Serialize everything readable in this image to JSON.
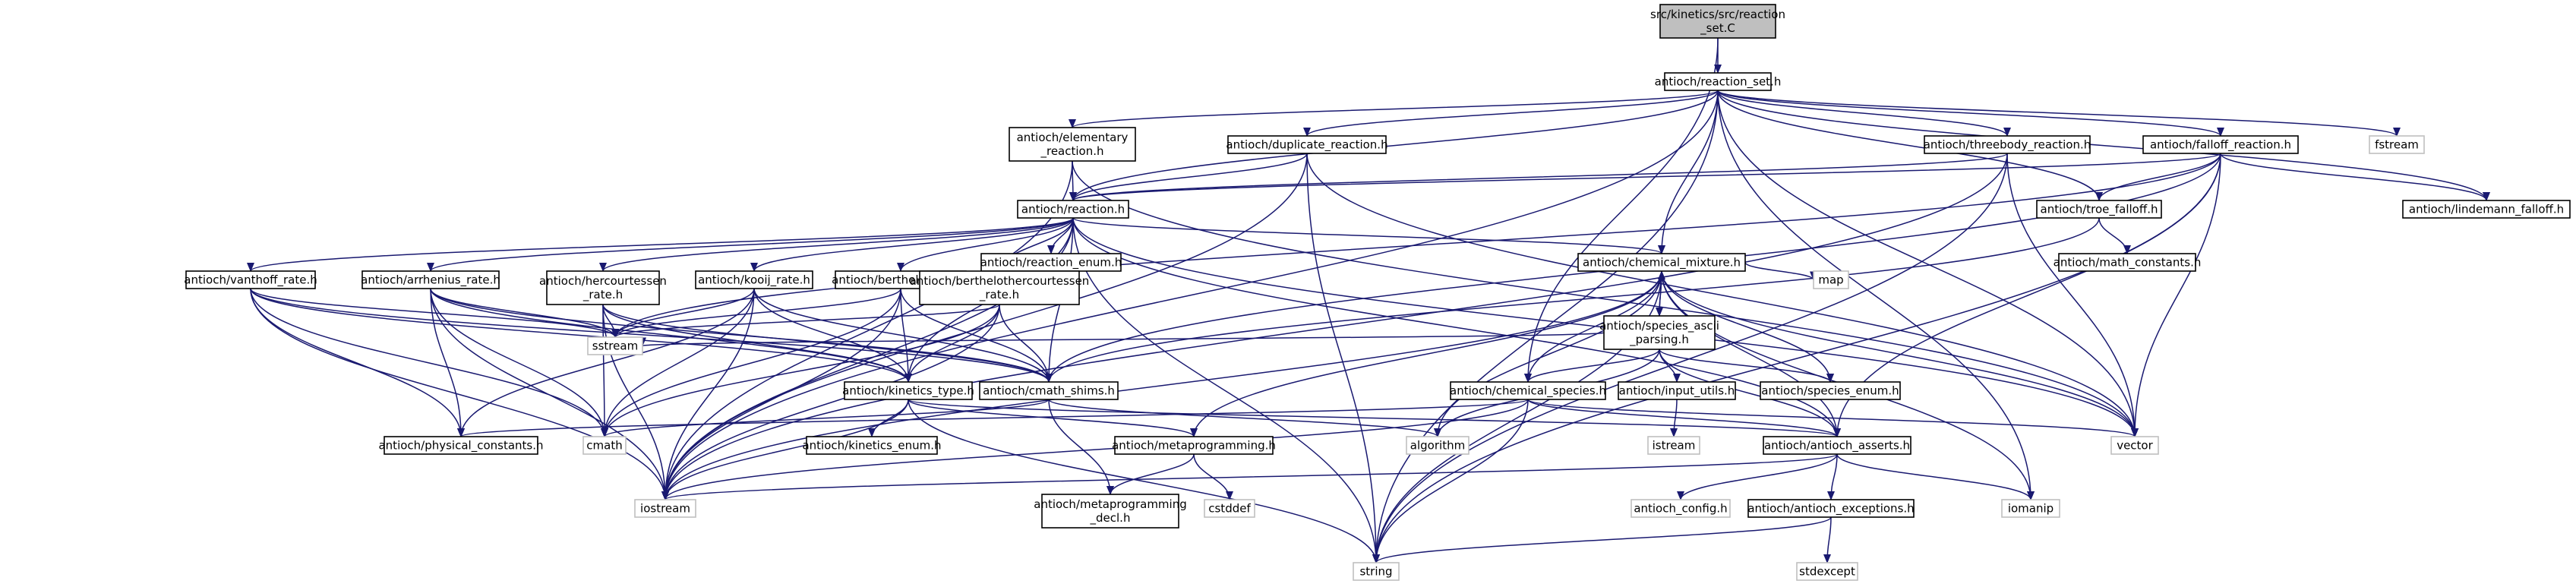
{
  "diagram_type": "include dependency graph",
  "colors": {
    "edge": "#191970",
    "main_fill": "#bfbfbf",
    "node_border": "#000000",
    "system_border": "#bfbfbf",
    "background": "#ffffff"
  },
  "nodes": {
    "main": {
      "lines": [
        "src/kinetics/src/reaction",
        "_set.C"
      ],
      "kind": "main"
    },
    "reaction_set": {
      "lines": [
        "antioch/reaction_set.h"
      ],
      "kind": "local"
    },
    "elementary": {
      "lines": [
        "antioch/elementary",
        "_reaction.h"
      ],
      "kind": "local"
    },
    "duplicate": {
      "lines": [
        "antioch/duplicate_reaction.h"
      ],
      "kind": "local"
    },
    "threebody": {
      "lines": [
        "antioch/threebody_reaction.h"
      ],
      "kind": "local"
    },
    "falloff": {
      "lines": [
        "antioch/falloff_reaction.h"
      ],
      "kind": "local"
    },
    "fstream": {
      "lines": [
        "fstream"
      ],
      "kind": "sys"
    },
    "reaction": {
      "lines": [
        "antioch/reaction.h"
      ],
      "kind": "local"
    },
    "troe": {
      "lines": [
        "antioch/troe_falloff.h"
      ],
      "kind": "local"
    },
    "lindemann": {
      "lines": [
        "antioch/lindemann_falloff.h"
      ],
      "kind": "local"
    },
    "reaction_enum": {
      "lines": [
        "antioch/reaction_enum.h"
      ],
      "kind": "local"
    },
    "math_constants": {
      "lines": [
        "antioch/math_constants.h"
      ],
      "kind": "local"
    },
    "chemical_mixture": {
      "lines": [
        "antioch/chemical_mixture.h"
      ],
      "kind": "local"
    },
    "map": {
      "lines": [
        "map"
      ],
      "kind": "sys"
    },
    "vanthoff": {
      "lines": [
        "antioch/vanthoff_rate.h"
      ],
      "kind": "local"
    },
    "arrhenius": {
      "lines": [
        "antioch/arrhenius_rate.h"
      ],
      "kind": "local"
    },
    "hercourtessen": {
      "lines": [
        "antioch/hercourtessen",
        "_rate.h"
      ],
      "kind": "local"
    },
    "kooij": {
      "lines": [
        "antioch/kooij_rate.h"
      ],
      "kind": "local"
    },
    "berthelot": {
      "lines": [
        "antioch/berthelot_rate.h"
      ],
      "kind": "local"
    },
    "berthelothercourtessen": {
      "lines": [
        "antioch/berthelothercourtessen",
        "_rate.h"
      ],
      "kind": "local"
    },
    "species_ascii": {
      "lines": [
        "antioch/species_ascii",
        "_parsing.h"
      ],
      "kind": "local"
    },
    "sstream": {
      "lines": [
        "sstream"
      ],
      "kind": "sys"
    },
    "kinetics_type": {
      "lines": [
        "antioch/kinetics_type.h"
      ],
      "kind": "local"
    },
    "cmath_shims": {
      "lines": [
        "antioch/cmath_shims.h"
      ],
      "kind": "local"
    },
    "chemical_species": {
      "lines": [
        "antioch/chemical_species.h"
      ],
      "kind": "local"
    },
    "input_utils": {
      "lines": [
        "antioch/input_utils.h"
      ],
      "kind": "local"
    },
    "species_enum": {
      "lines": [
        "antioch/species_enum.h"
      ],
      "kind": "local"
    },
    "physical_constants": {
      "lines": [
        "antioch/physical_constants.h"
      ],
      "kind": "local"
    },
    "cmath": {
      "lines": [
        "cmath"
      ],
      "kind": "sys"
    },
    "kinetics_enum": {
      "lines": [
        "antioch/kinetics_enum.h"
      ],
      "kind": "local"
    },
    "metaprogramming": {
      "lines": [
        "antioch/metaprogramming.h"
      ],
      "kind": "local"
    },
    "algorithm": {
      "lines": [
        "algorithm"
      ],
      "kind": "sys"
    },
    "istream": {
      "lines": [
        "istream"
      ],
      "kind": "sys"
    },
    "antioch_asserts": {
      "lines": [
        "antioch/antioch_asserts.h"
      ],
      "kind": "local"
    },
    "vector": {
      "lines": [
        "vector"
      ],
      "kind": "sys"
    },
    "iostream": {
      "lines": [
        "iostream"
      ],
      "kind": "sys"
    },
    "metaprogramming_decl": {
      "lines": [
        "antioch/metaprogramming",
        "_decl.h"
      ],
      "kind": "local"
    },
    "cstddef": {
      "lines": [
        "cstddef"
      ],
      "kind": "sys"
    },
    "antioch_config": {
      "lines": [
        "antioch_config.h"
      ],
      "kind": "sys"
    },
    "antioch_exceptions": {
      "lines": [
        "antioch/antioch_exceptions.h"
      ],
      "kind": "local"
    },
    "iomanip": {
      "lines": [
        "iomanip"
      ],
      "kind": "sys"
    },
    "string": {
      "lines": [
        "string"
      ],
      "kind": "sys"
    },
    "stdexcept": {
      "lines": [
        "stdexcept"
      ],
      "kind": "sys"
    }
  },
  "edges": [
    [
      "main",
      "reaction_set"
    ],
    [
      "main",
      "chemical_species"
    ],
    [
      "reaction_set",
      "elementary"
    ],
    [
      "reaction_set",
      "duplicate"
    ],
    [
      "reaction_set",
      "threebody"
    ],
    [
      "reaction_set",
      "falloff"
    ],
    [
      "reaction_set",
      "fstream"
    ],
    [
      "reaction_set",
      "reaction"
    ],
    [
      "reaction_set",
      "troe"
    ],
    [
      "reaction_set",
      "lindemann"
    ],
    [
      "reaction_set",
      "chemical_mixture"
    ],
    [
      "reaction_set",
      "vector"
    ],
    [
      "reaction_set",
      "iomanip"
    ],
    [
      "reaction_set",
      "iostream"
    ],
    [
      "reaction_set",
      "string"
    ],
    [
      "elementary",
      "reaction"
    ],
    [
      "elementary",
      "iostream"
    ],
    [
      "elementary",
      "vector"
    ],
    [
      "duplicate",
      "reaction"
    ],
    [
      "duplicate",
      "string"
    ],
    [
      "duplicate",
      "vector"
    ],
    [
      "duplicate",
      "iostream"
    ],
    [
      "threebody",
      "reaction"
    ],
    [
      "threebody",
      "vector"
    ],
    [
      "threebody",
      "string"
    ],
    [
      "threebody",
      "iostream"
    ],
    [
      "falloff",
      "reaction"
    ],
    [
      "falloff",
      "troe"
    ],
    [
      "falloff",
      "lindemann"
    ],
    [
      "falloff",
      "vector"
    ],
    [
      "falloff",
      "string"
    ],
    [
      "falloff",
      "antioch_asserts"
    ],
    [
      "falloff",
      "cmath_shims"
    ],
    [
      "falloff",
      "sstream"
    ],
    [
      "troe",
      "math_constants"
    ],
    [
      "troe",
      "cmath_shims"
    ],
    [
      "reaction",
      "reaction_enum"
    ],
    [
      "reaction",
      "chemical_mixture"
    ],
    [
      "reaction",
      "vanthoff"
    ],
    [
      "reaction",
      "arrhenius"
    ],
    [
      "reaction",
      "hercourtessen"
    ],
    [
      "reaction",
      "kooij"
    ],
    [
      "reaction",
      "berthelot"
    ],
    [
      "reaction",
      "berthelothercourtessen"
    ],
    [
      "reaction",
      "kinetics_type"
    ],
    [
      "reaction",
      "cmath_shims"
    ],
    [
      "reaction",
      "antioch_asserts"
    ],
    [
      "reaction",
      "vector"
    ],
    [
      "reaction",
      "string"
    ],
    [
      "reaction",
      "iostream"
    ],
    [
      "chemical_mixture",
      "species_ascii"
    ],
    [
      "chemical_mixture",
      "chemical_species"
    ],
    [
      "chemical_mixture",
      "map"
    ],
    [
      "chemical_mixture",
      "species_enum"
    ],
    [
      "chemical_mixture",
      "metaprogramming"
    ],
    [
      "chemical_mixture",
      "antioch_asserts"
    ],
    [
      "chemical_mixture",
      "vector"
    ],
    [
      "chemical_mixture",
      "string"
    ],
    [
      "chemical_mixture",
      "iomanip"
    ],
    [
      "chemical_mixture",
      "iostream"
    ],
    [
      "chemical_mixture",
      "algorithm"
    ],
    [
      "species_ascii",
      "chemical_mixture"
    ],
    [
      "species_ascii",
      "chemical_species"
    ],
    [
      "species_ascii",
      "input_utils"
    ],
    [
      "species_ascii",
      "species_enum"
    ],
    [
      "species_ascii",
      "sstream"
    ],
    [
      "species_ascii",
      "algorithm"
    ],
    [
      "species_ascii",
      "antioch_asserts"
    ],
    [
      "vanthoff",
      "kinetics_type"
    ],
    [
      "vanthoff",
      "cmath_shims"
    ],
    [
      "vanthoff",
      "physical_constants"
    ],
    [
      "vanthoff",
      "cmath"
    ],
    [
      "vanthoff",
      "iostream"
    ],
    [
      "vanthoff",
      "sstream"
    ],
    [
      "arrhenius",
      "kinetics_type"
    ],
    [
      "arrhenius",
      "cmath_shims"
    ],
    [
      "arrhenius",
      "physical_constants"
    ],
    [
      "arrhenius",
      "cmath"
    ],
    [
      "arrhenius",
      "iostream"
    ],
    [
      "arrhenius",
      "sstream"
    ],
    [
      "hercourtessen",
      "kinetics_type"
    ],
    [
      "hercourtessen",
      "cmath_shims"
    ],
    [
      "hercourtessen",
      "cmath"
    ],
    [
      "hercourtessen",
      "iostream"
    ],
    [
      "hercourtessen",
      "sstream"
    ],
    [
      "kooij",
      "kinetics_type"
    ],
    [
      "kooij",
      "cmath_shims"
    ],
    [
      "kooij",
      "physical_constants"
    ],
    [
      "kooij",
      "cmath"
    ],
    [
      "kooij",
      "iostream"
    ],
    [
      "kooij",
      "sstream"
    ],
    [
      "berthelot",
      "kinetics_type"
    ],
    [
      "berthelot",
      "cmath_shims"
    ],
    [
      "berthelot",
      "cmath"
    ],
    [
      "berthelot",
      "iostream"
    ],
    [
      "berthelot",
      "sstream"
    ],
    [
      "berthelothercourtessen",
      "kinetics_type"
    ],
    [
      "berthelothercourtessen",
      "cmath_shims"
    ],
    [
      "berthelothercourtessen",
      "cmath"
    ],
    [
      "berthelothercourtessen",
      "iostream"
    ],
    [
      "berthelothercourtessen",
      "sstream"
    ],
    [
      "kinetics_type",
      "kinetics_enum"
    ],
    [
      "kinetics_type",
      "metaprogramming"
    ],
    [
      "kinetics_type",
      "antioch_asserts"
    ],
    [
      "kinetics_type",
      "iostream"
    ],
    [
      "kinetics_type",
      "string"
    ],
    [
      "cmath_shims",
      "cmath"
    ],
    [
      "cmath_shims",
      "algorithm"
    ],
    [
      "cmath_shims",
      "metaprogramming_decl"
    ],
    [
      "chemical_species",
      "antioch_asserts"
    ],
    [
      "chemical_species",
      "string"
    ],
    [
      "chemical_species",
      "vector"
    ],
    [
      "chemical_species",
      "iostream"
    ],
    [
      "chemical_species",
      "physical_constants"
    ],
    [
      "input_utils",
      "istream"
    ],
    [
      "metaprogramming",
      "metaprogramming_decl"
    ],
    [
      "metaprogramming",
      "cstddef"
    ],
    [
      "antioch_asserts",
      "antioch_config"
    ],
    [
      "antioch_asserts",
      "antioch_exceptions"
    ],
    [
      "antioch_asserts",
      "iostream"
    ],
    [
      "antioch_asserts",
      "iomanip"
    ],
    [
      "antioch_exceptions",
      "stdexcept"
    ],
    [
      "antioch_exceptions",
      "string"
    ]
  ]
}
